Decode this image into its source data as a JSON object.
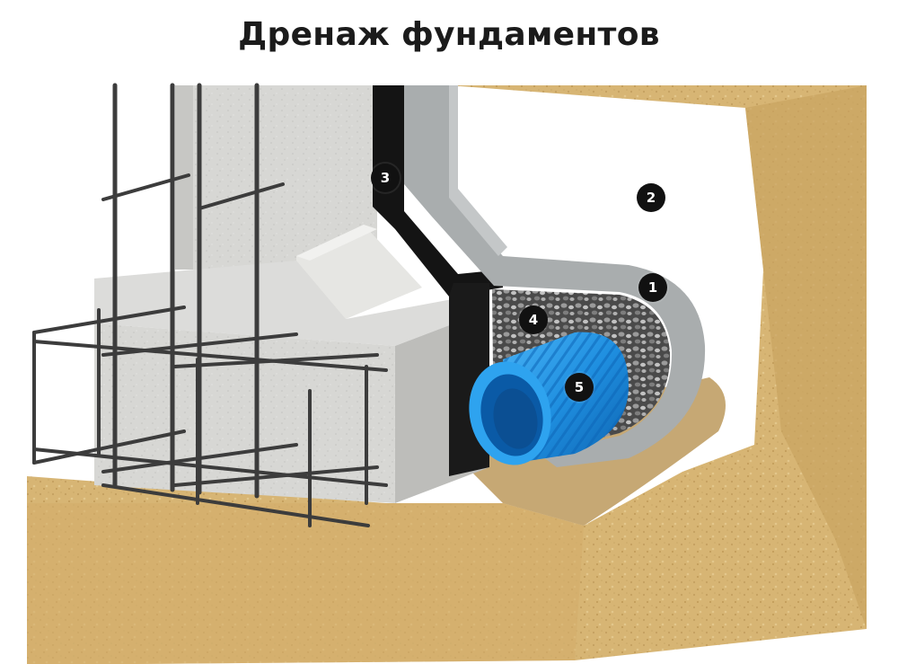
{
  "title": "Дренаж фундаментов",
  "markers": [
    {
      "id": "1"
    },
    {
      "id": "2"
    },
    {
      "id": "3"
    },
    {
      "id": "4"
    },
    {
      "id": "5"
    }
  ],
  "colors": {
    "soil": "#d7b574",
    "soil_dark": "#b38e4e",
    "concrete": "#d6d6d3",
    "concrete_shade": "#b9b9b6",
    "membrane": "#a9adae",
    "waterproofing": "#141414",
    "gravel": "#6d6d6d",
    "pipe": "#1f8fe0",
    "rebar": "#3c3c3c"
  }
}
